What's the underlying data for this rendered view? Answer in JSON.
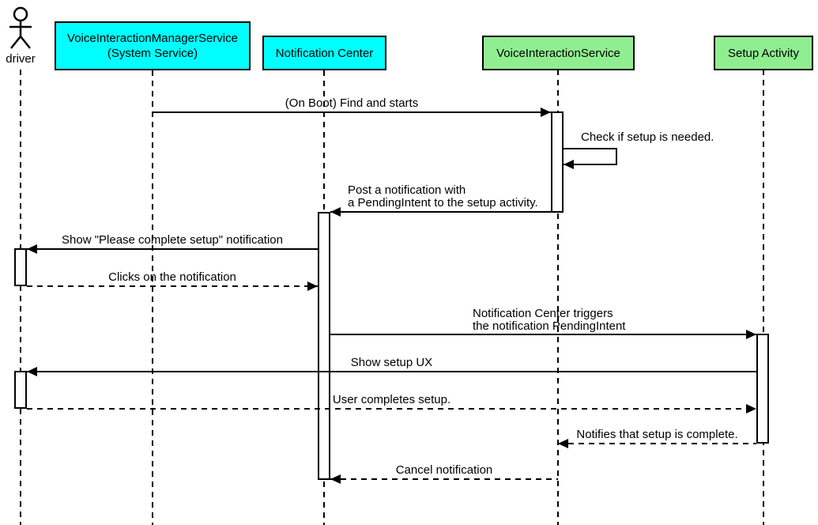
{
  "participants": [
    {
      "id": "driver",
      "kind": "actor",
      "label": "driver"
    },
    {
      "id": "voice-interaction-manager-service",
      "kind": "box",
      "fill": "#00ffff",
      "label": "VoiceInteractionManagerService\n(System Service)"
    },
    {
      "id": "notification-center",
      "kind": "box",
      "fill": "#00ffff",
      "label": "Notification Center"
    },
    {
      "id": "voice-interaction-service",
      "kind": "box",
      "fill": "#90ee90",
      "label": "VoiceInteractionService"
    },
    {
      "id": "setup-activity",
      "kind": "box",
      "fill": "#90ee90",
      "label": "Setup Activity"
    }
  ],
  "messages": [
    {
      "from": "voice-interaction-manager-service",
      "to": "voice-interaction-service",
      "line": "solid",
      "label": "(On Boot) Find and starts"
    },
    {
      "from": "voice-interaction-service",
      "to": "voice-interaction-service",
      "line": "solid",
      "self": true,
      "label": "Check if setup is needed."
    },
    {
      "from": "voice-interaction-service",
      "to": "notification-center",
      "line": "solid",
      "label": "Post a notification with\na PendingIntent to the setup activity."
    },
    {
      "from": "notification-center",
      "to": "driver",
      "line": "solid",
      "label": "Show \"Please complete setup\" notification"
    },
    {
      "from": "driver",
      "to": "notification-center",
      "line": "dashed",
      "label": "Clicks on the notification"
    },
    {
      "from": "notification-center",
      "to": "setup-activity",
      "line": "solid",
      "label": "Notification Center triggers\nthe notification PendingIntent"
    },
    {
      "from": "setup-activity",
      "to": "driver",
      "line": "solid",
      "label": "Show setup UX"
    },
    {
      "from": "driver",
      "to": "setup-activity",
      "line": "dashed",
      "label": "User completes setup."
    },
    {
      "from": "setup-activity",
      "to": "voice-interaction-service",
      "line": "dashed",
      "label": "Notifies that setup is complete."
    },
    {
      "from": "voice-interaction-service",
      "to": "notification-center",
      "line": "dashed",
      "label": "Cancel notification"
    }
  ],
  "colors": {
    "system_participant_fill": "#00ffff",
    "app_participant_fill": "#90ee90",
    "line": "#000000",
    "background": "#ffffff"
  }
}
